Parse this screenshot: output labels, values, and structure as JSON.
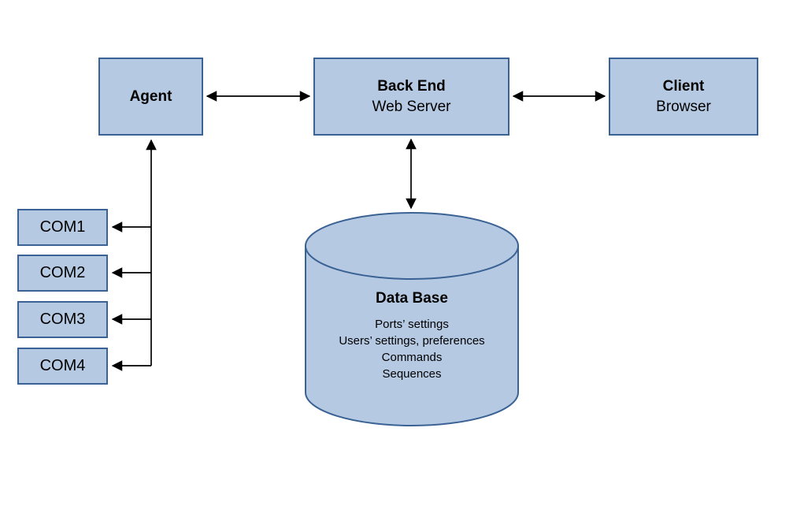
{
  "nodes": {
    "agent": {
      "title": "Agent"
    },
    "backend": {
      "title": "Back End",
      "subtitle": "Web Server"
    },
    "client": {
      "title": "Client",
      "subtitle": "Browser"
    },
    "database": {
      "title": "Data Base",
      "lines": [
        "Ports’ settings",
        "Users’ settings, preferences",
        "Commands",
        "Sequences"
      ]
    },
    "com_ports": [
      {
        "label": "COM1"
      },
      {
        "label": "COM2"
      },
      {
        "label": "COM3"
      },
      {
        "label": "COM4"
      }
    ]
  },
  "connectors": [
    {
      "name": "agent-backend",
      "type": "double-arrow"
    },
    {
      "name": "backend-client",
      "type": "double-arrow"
    },
    {
      "name": "backend-database",
      "type": "double-arrow"
    },
    {
      "name": "com-bus-to-agent",
      "type": "arrow-up"
    },
    {
      "name": "bus-to-com1",
      "type": "arrow-left"
    },
    {
      "name": "bus-to-com2",
      "type": "arrow-left"
    },
    {
      "name": "bus-to-com3",
      "type": "arrow-left"
    },
    {
      "name": "bus-to-com4",
      "type": "arrow-left"
    }
  ],
  "colors": {
    "node_fill": "#b5c9e2",
    "node_border": "#3a6294",
    "connector": "#000000",
    "background": "#ffffff"
  }
}
